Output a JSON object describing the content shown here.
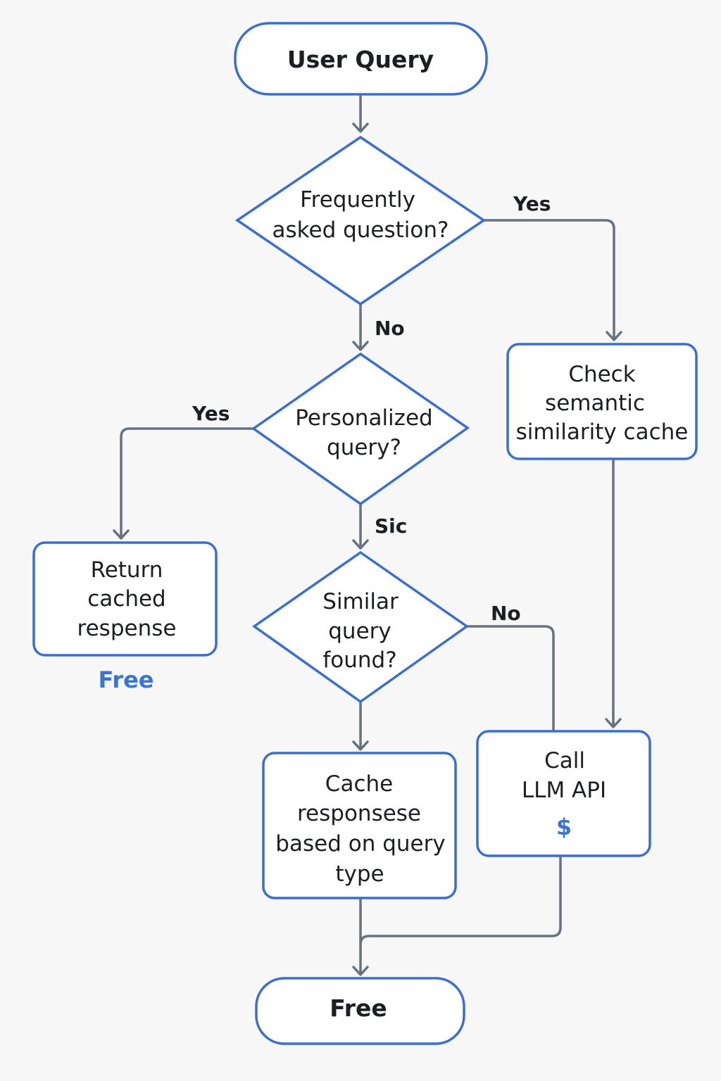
{
  "nodes": {
    "user_query": [
      "User Query"
    ],
    "faq_decision": [
      "Frequently",
      "asked question?"
    ],
    "personalized_decision": [
      "Personalized",
      "query?"
    ],
    "similar_decision": [
      "Similar",
      "query",
      "found?"
    ],
    "semantic_cache": [
      "Check",
      "semantic",
      "similarity cache"
    ],
    "return_cached": [
      "Return",
      "cached",
      "respense"
    ],
    "cache_responses": [
      "Cache",
      "responsese",
      "based on query",
      "type"
    ],
    "call_llm": [
      "Call",
      "LLM API"
    ],
    "end_free": [
      "Free"
    ]
  },
  "edge_labels": {
    "faq_yes": "Yes",
    "faq_no": "No",
    "personalized_yes": "Yes",
    "personalized_down": "Sic",
    "similar_no": "No"
  },
  "cost_labels": {
    "return_cached": "Free",
    "call_llm": "$"
  },
  "colors": {
    "shape_stroke": "#3a6fd1",
    "connector": "#67727c",
    "cost_text": "#3a74d4",
    "background": "#f7f7f8"
  }
}
